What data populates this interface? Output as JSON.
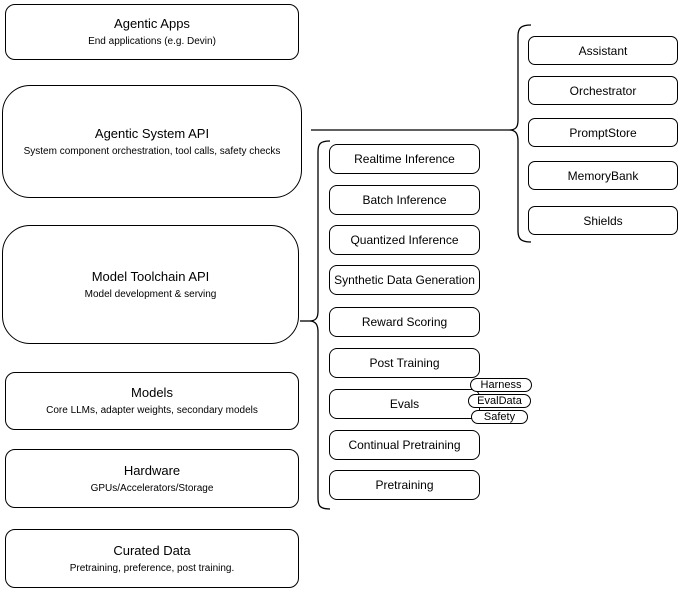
{
  "diagram": {
    "background_color": "#ffffff",
    "stroke_color": "#000000",
    "left_stack": [
      {
        "title": "Agentic Apps",
        "subtitle": "End applications (e.g. Devin)"
      },
      {
        "title": "Agentic System API",
        "subtitle": "System component orchestration, tool calls, safety checks"
      },
      {
        "title": "Model Toolchain API",
        "subtitle": "Model development & serving"
      },
      {
        "title": "Models",
        "subtitle": "Core LLMs, adapter weights, secondary models"
      },
      {
        "title": "Hardware",
        "subtitle": "GPUs/Accelerators/Storage"
      },
      {
        "title": "Curated Data",
        "subtitle": "Pretraining, preference, post training."
      }
    ],
    "toolchain_group": {
      "items": [
        "Realtime Inference",
        "Batch Inference",
        "Quantized Inference",
        "Synthetic Data Generation",
        "Reward Scoring",
        "Post Training",
        "Evals",
        "Continual Pretraining",
        "Pretraining"
      ]
    },
    "eval_tags": [
      "Harness",
      "EvalData",
      "Safety"
    ],
    "components_group": {
      "items": [
        "Assistant",
        "Orchestrator",
        "PromptStore",
        "MemoryBank",
        "Shields"
      ]
    }
  }
}
